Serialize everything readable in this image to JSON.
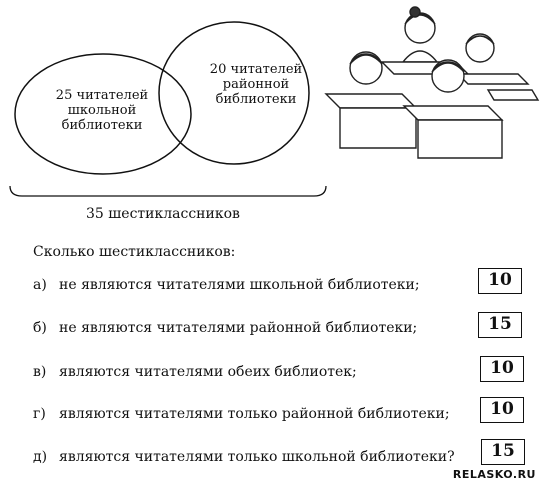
{
  "venn": {
    "set_a_label": [
      "25 читателей",
      "школьной",
      "библиотеки"
    ],
    "set_b_label": [
      "20 читателей",
      "районной",
      "библиотеки"
    ],
    "total_caption": "35 шестиклассников"
  },
  "task": {
    "question": "Сколько шестиклассников:",
    "items": [
      {
        "letter": "а)",
        "text": "не являются читателями школьной библиотеки;",
        "answer": "10"
      },
      {
        "letter": "б)",
        "text": "не являются читателями районной библиотеки;",
        "answer": "15"
      },
      {
        "letter": "в)",
        "text": "являются читателями обеих библиотек;",
        "answer": "10"
      },
      {
        "letter": "г)",
        "text": "являются читателями только районной библиотеки;",
        "answer": "10"
      },
      {
        "letter": "д)",
        "text": "являются читателями только школьной библиотеки?",
        "answer": "15"
      }
    ]
  },
  "illustration": {
    "icon": "children-at-desks-illustration"
  },
  "watermark": "RELASKO.RU"
}
